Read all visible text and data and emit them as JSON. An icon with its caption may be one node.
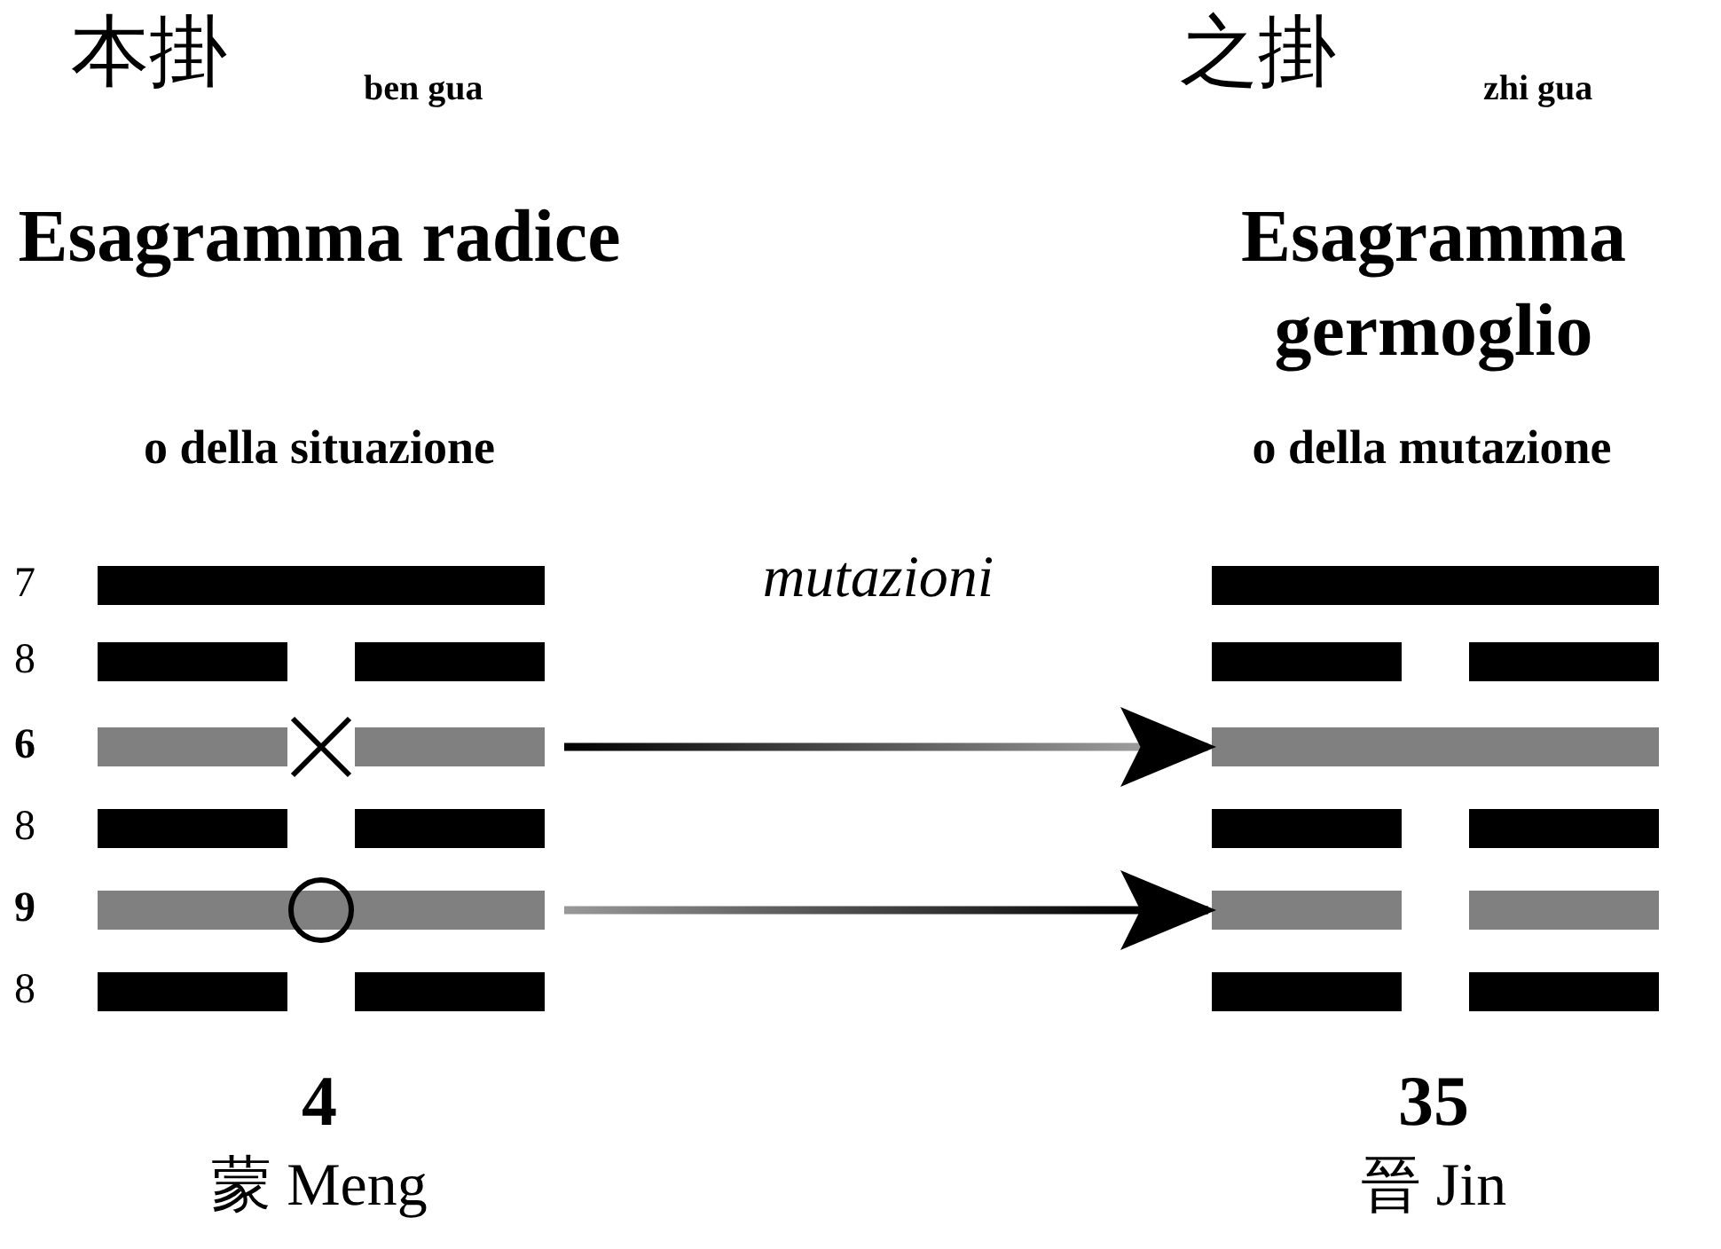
{
  "diagram": {
    "nodes": [
      {
        "text": [],
        "shape": "bar"
      },
      {
        "text": [],
        "shape": "bar"
      },
      {
        "text": [],
        "shape": "bar"
      },
      {
        "text": [],
        "shape": "bar"
      },
      {
        "text": [],
        "shape": "bar"
      },
      {
        "text": [],
        "shape": "bar"
      },
      {
        "text": [],
        "shape": "bar"
      },
      {
        "text": [],
        "shape": "bar"
      },
      {
        "text": [],
        "shape": "bar"
      },
      {
        "text": [],
        "shape": "bar"
      },
      {
        "text": [],
        "shape": "bar"
      },
      {
        "text": [],
        "shape": "bar"
      }
    ],
    "edges": [
      {
        "from": 2,
        "to": 8,
        "arrow": "to"
      },
      {
        "from": 4,
        "to": 10,
        "arrow": "to"
      }
    ],
    "labels": [
      "本掛",
      "ben gua",
      "之掛",
      "zhi gua",
      "Esagramma radice",
      "Esagramma germoglio",
      "o della situazione",
      "o della mutazione",
      "7",
      "8",
      "6",
      "8",
      "9",
      "8",
      "mutazioni",
      "4",
      "35",
      "蒙 Meng",
      "晉 Jin"
    ]
  }
}
